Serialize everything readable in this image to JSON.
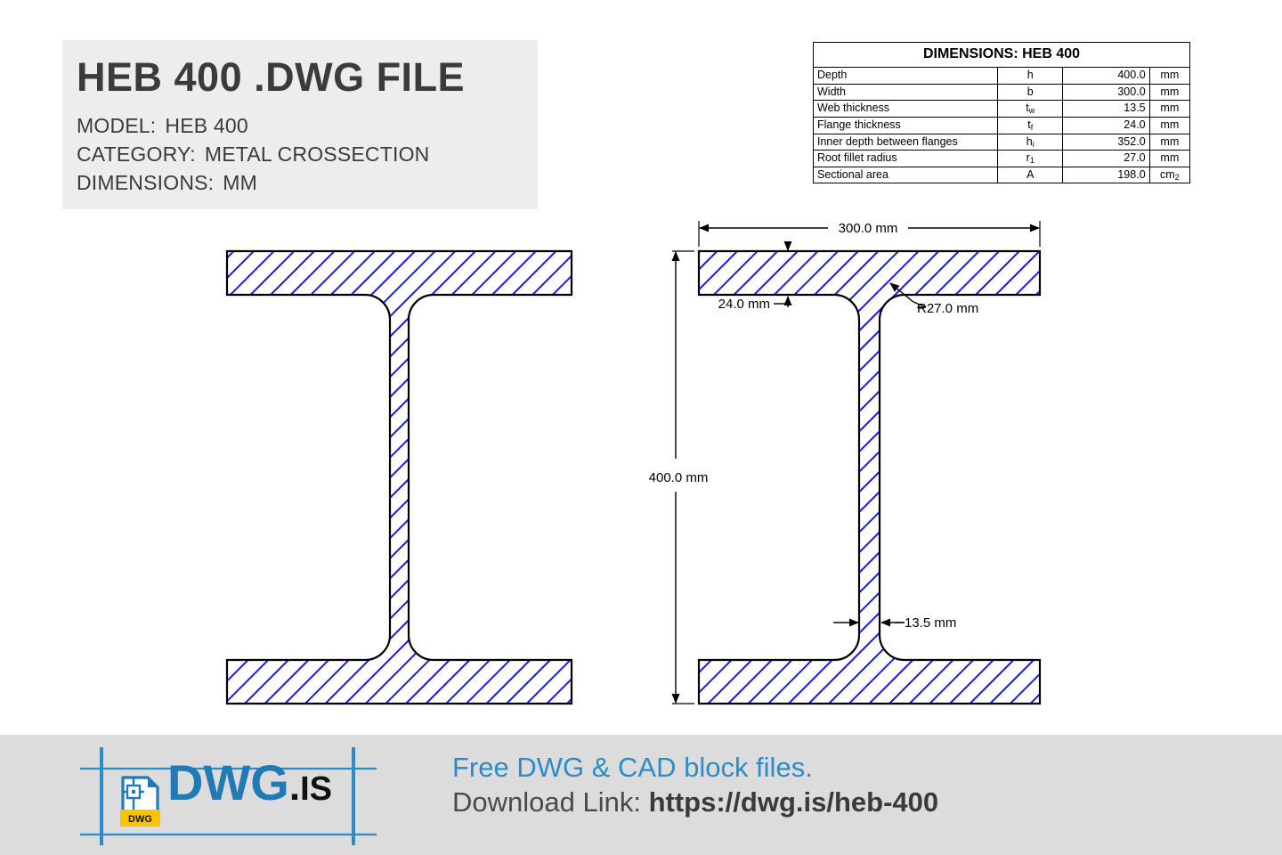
{
  "header": {
    "title": "HEB 400 .DWG FILE",
    "meta": [
      {
        "label": "MODEL:",
        "value": "HEB 400"
      },
      {
        "label": "CATEGORY:",
        "value": "METAL CROSSECTION"
      },
      {
        "label": "DIMENSIONS:",
        "value": "MM"
      }
    ]
  },
  "table": {
    "title": "DIMENSIONS: HEB 400",
    "rows": [
      {
        "label": "Depth",
        "symbol": "h",
        "sub": "",
        "value": "400.0",
        "unit": "mm",
        "unit_sub": ""
      },
      {
        "label": "Width",
        "symbol": "b",
        "sub": "",
        "value": "300.0",
        "unit": "mm",
        "unit_sub": ""
      },
      {
        "label": "Web thickness",
        "symbol": "t",
        "sub": "w",
        "value": "13.5",
        "unit": "mm",
        "unit_sub": ""
      },
      {
        "label": "Flange thickness",
        "symbol": "t",
        "sub": "f",
        "value": "24.0",
        "unit": "mm",
        "unit_sub": ""
      },
      {
        "label": "Inner depth between flanges",
        "symbol": "h",
        "sub": "i",
        "value": "352.0",
        "unit": "mm",
        "unit_sub": ""
      },
      {
        "label": "Root fillet radius",
        "symbol": "r",
        "sub": "1",
        "value": "27.0",
        "unit": "mm",
        "unit_sub": ""
      },
      {
        "label": "Sectional area",
        "symbol": "A",
        "sub": "",
        "value": "198.0",
        "unit": "cm",
        "unit_sub": "2"
      }
    ]
  },
  "drawing": {
    "dim_width": "300.0 mm",
    "dim_depth": "400.0 mm",
    "dim_flange": "24.0 mm",
    "dim_web": "13.5 mm",
    "dim_radius": "R27.0 mm",
    "hatch_color": "#1a1ae6",
    "outline_color": "#000000"
  },
  "footer": {
    "brand_main": "DWG",
    "brand_dot": ".",
    "brand_tld": "IS",
    "icon_tag": "DWG",
    "tagline": "Free DWG & CAD block files.",
    "download_prefix": "Download Link:",
    "download_url": "https://dwg.is/heb-400",
    "accent_color": "#1f7ab5"
  }
}
